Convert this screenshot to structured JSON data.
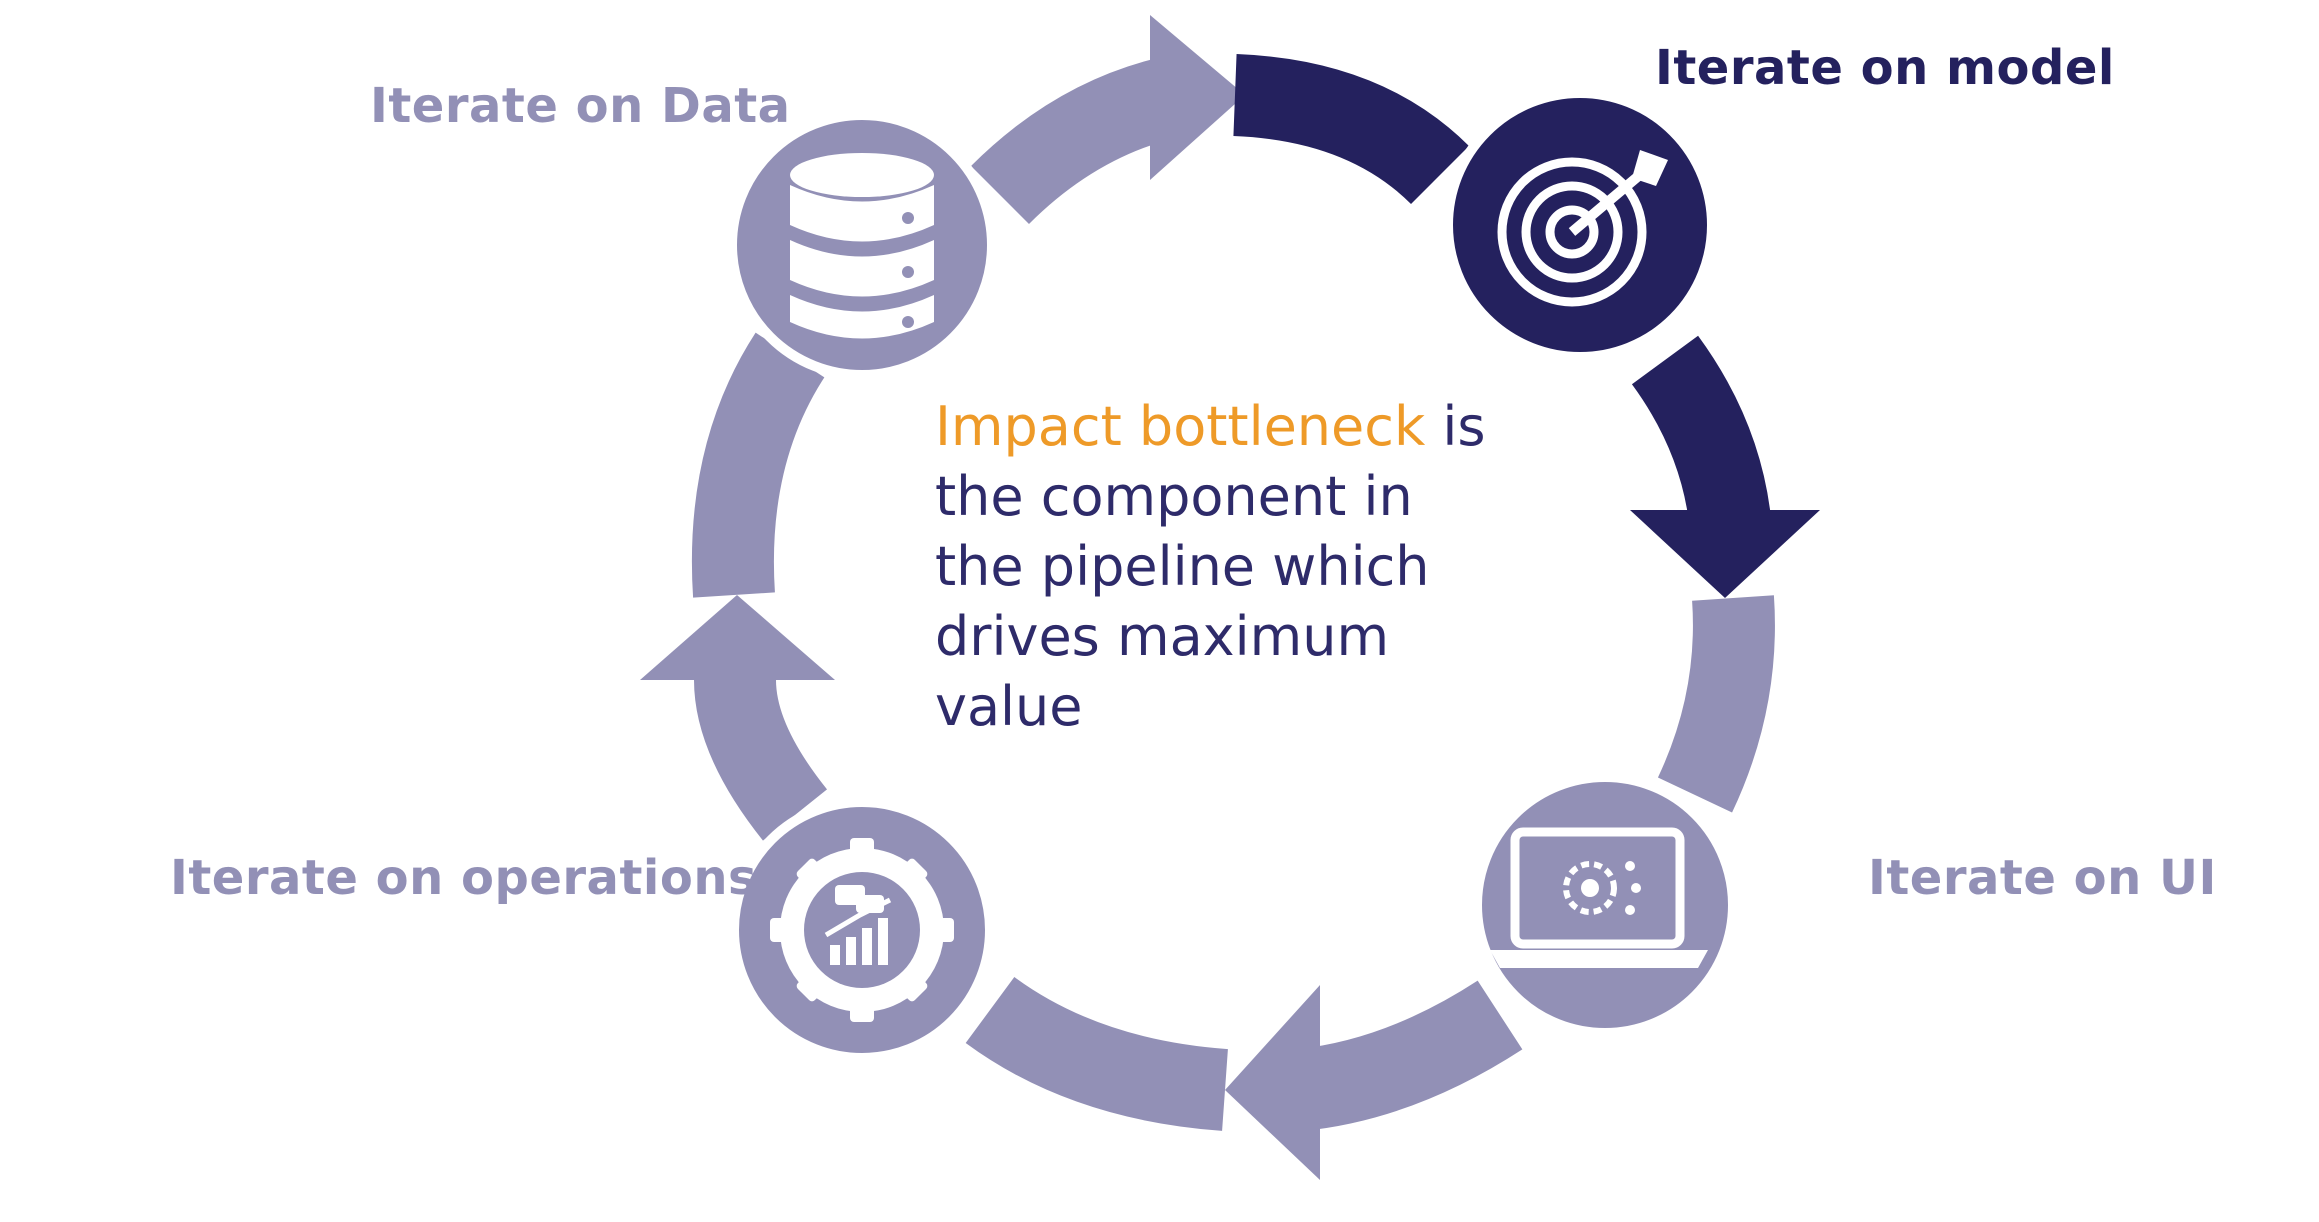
{
  "colors": {
    "stage": "#9290B6",
    "active": "#24215E",
    "highlight": "#EE9A28",
    "text_dark": "#2E2B6A",
    "icon_fg": "#FFFFFF"
  },
  "stages": [
    {
      "label": "Iterate on Data",
      "icon": "database-icon",
      "active": false
    },
    {
      "label": "Iterate on model",
      "icon": "target-icon",
      "active": true
    },
    {
      "label": "Iterate on UI",
      "icon": "laptop-icon",
      "active": false
    },
    {
      "label": "Iterate on operations",
      "icon": "gear-chart-icon",
      "active": false
    }
  ],
  "center": {
    "highlight": "Impact bottleneck",
    "line1_rest": " is",
    "line2": "the component in",
    "line3": "the pipeline which",
    "line4": "drives maximum",
    "line5": "value"
  }
}
